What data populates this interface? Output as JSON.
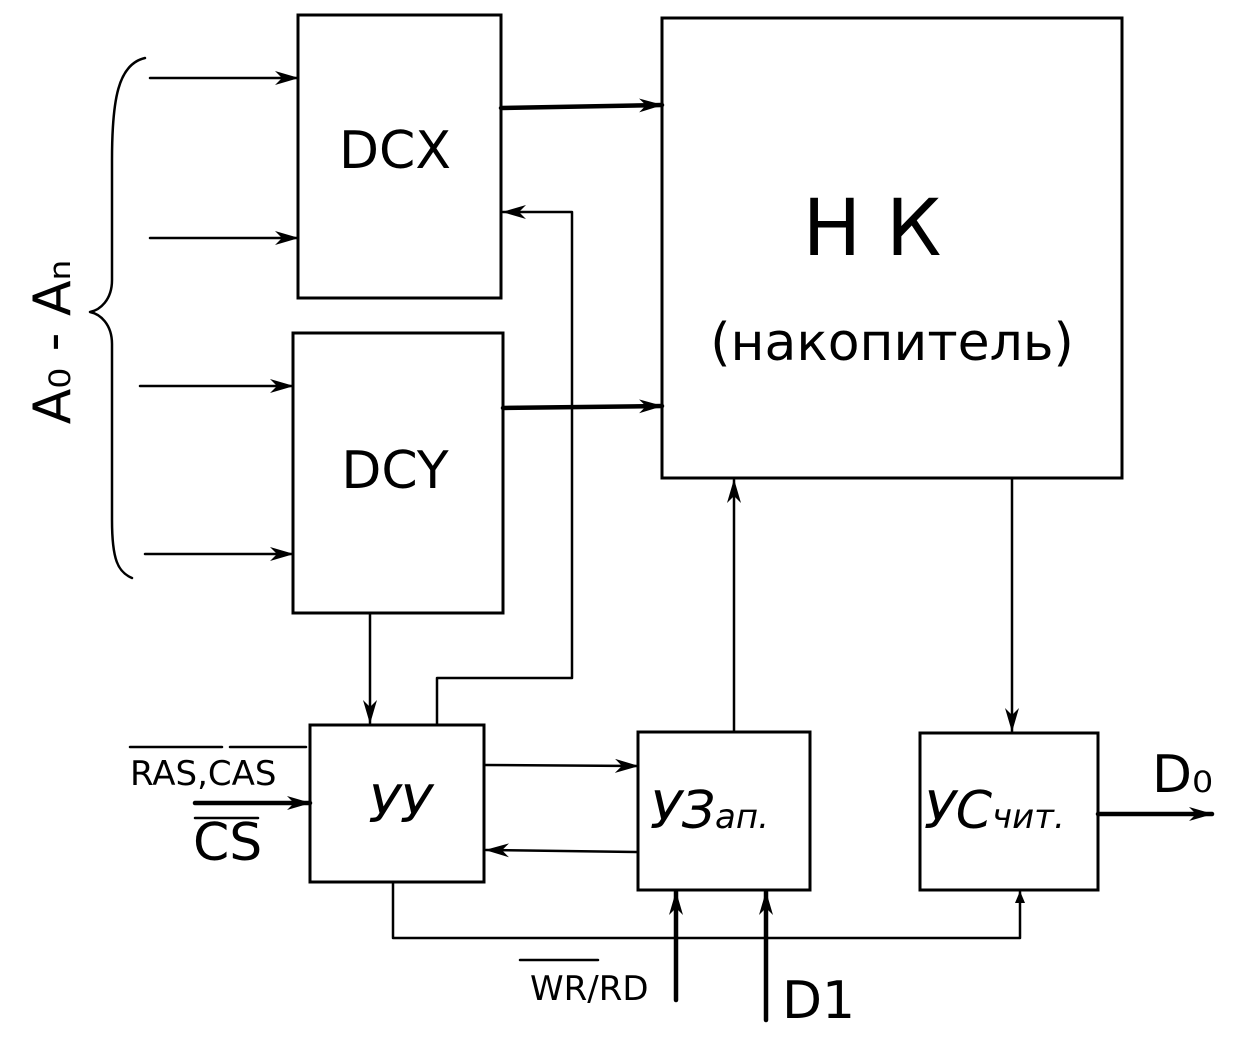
{
  "blocks": {
    "dcx": {
      "label": "DCX"
    },
    "dcy": {
      "label": "DCY"
    },
    "nk": {
      "label": "Н К",
      "sublabel": "(накопитель)"
    },
    "uu": {
      "label": "УУ"
    },
    "uzap": {
      "label": "УЗ",
      "suffix": "ап."
    },
    "uschit": {
      "label": "УС",
      "suffix": "чит."
    }
  },
  "signals": {
    "address_bus": "A₀ - Aₙ",
    "ras": "RAS",
    "cas": "CAS",
    "ras_cas_separator": ",",
    "cs": "CS",
    "wr": "WR",
    "rd": "/RD",
    "data_in": "D1",
    "data_out": "D₀"
  },
  "colors": {
    "ink": "#000000",
    "paper": "#ffffff"
  }
}
